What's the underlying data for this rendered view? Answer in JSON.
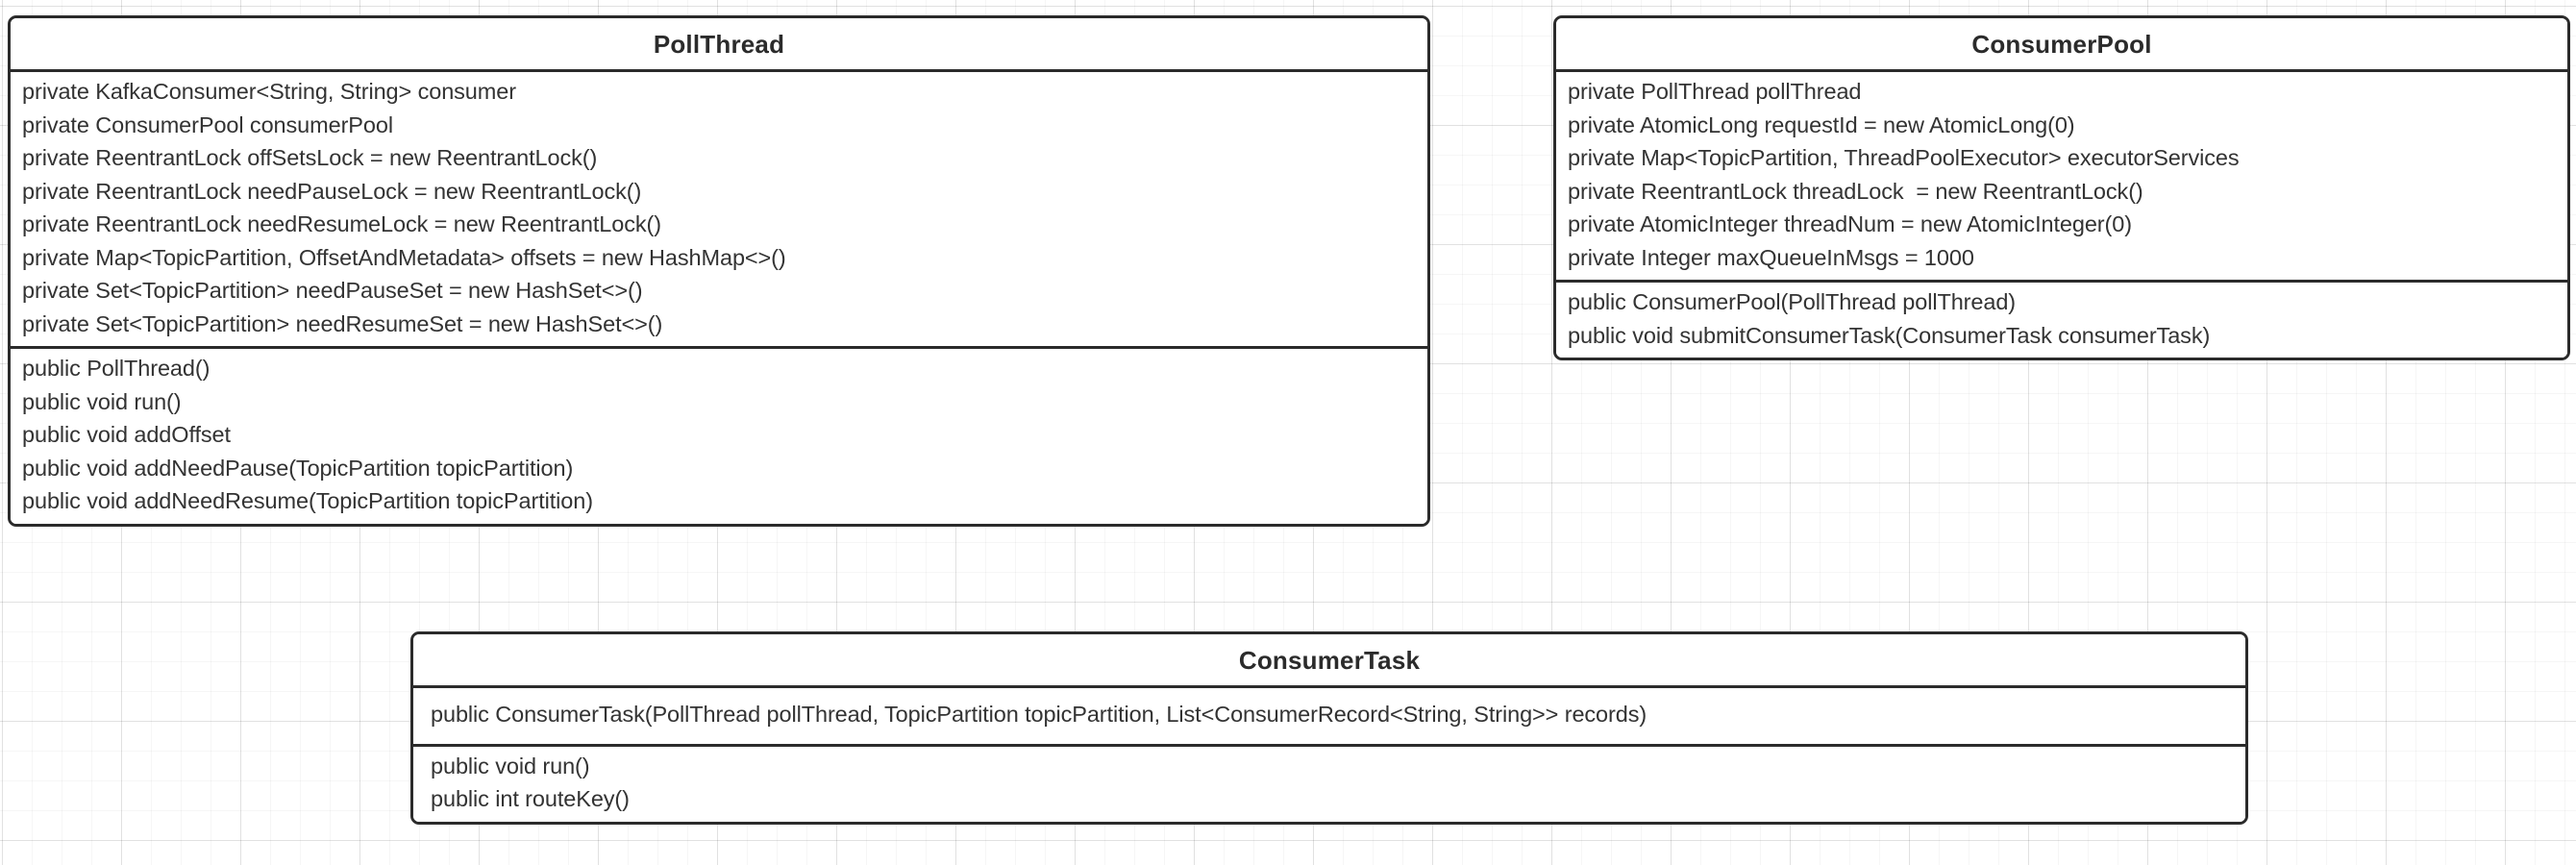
{
  "diagram": {
    "type": "uml-class-diagram",
    "background": "#ffffff",
    "grid_color": "#eeeeee",
    "border_color": "#2b2b2b",
    "text_color": "#333333",
    "classes": [
      {
        "name": "PollThread",
        "attributes": [
          "private KafkaConsumer<String, String> consumer",
          "private ConsumerPool consumerPool",
          "private ReentrantLock offSetsLock = new ReentrantLock()",
          "private ReentrantLock needPauseLock = new ReentrantLock()",
          "private ReentrantLock needResumeLock = new ReentrantLock()",
          "private Map<TopicPartition, OffsetAndMetadata> offsets = new HashMap<>()",
          "private Set<TopicPartition> needPauseSet = new HashSet<>()",
          "private Set<TopicPartition> needResumeSet = new HashSet<>()"
        ],
        "methods": [
          "public PollThread()",
          "public void run()",
          "public void addOffset",
          "public void addNeedPause(TopicPartition topicPartition)",
          "public void addNeedResume(TopicPartition topicPartition)"
        ]
      },
      {
        "name": "ConsumerPool",
        "attributes": [
          "private PollThread pollThread",
          "private AtomicLong requestId = new AtomicLong(0)",
          "private Map<TopicPartition, ThreadPoolExecutor> executorServices",
          "private ReentrantLock threadLock  = new ReentrantLock()",
          "private AtomicInteger threadNum = new AtomicInteger(0)",
          "private Integer maxQueueInMsgs = 1000"
        ],
        "methods": [
          "public ConsumerPool(PollThread pollThread)",
          "public void submitConsumerTask(ConsumerTask consumerTask)"
        ]
      },
      {
        "name": "ConsumerTask",
        "attributes": [
          "public ConsumerTask(PollThread pollThread, TopicPartition topicPartition, List<ConsumerRecord<String, String>> records)"
        ],
        "methods": [
          "public void run()",
          "public int routeKey()"
        ]
      }
    ]
  }
}
